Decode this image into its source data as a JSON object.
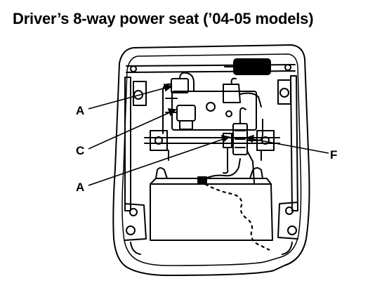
{
  "title": "Driver’s 8-way power seat (’04-05 models)",
  "callouts": {
    "a_upper": "A",
    "c": "C",
    "a_lower": "A",
    "f": "F"
  },
  "colors": {
    "line": "#000000",
    "background": "#ffffff"
  }
}
